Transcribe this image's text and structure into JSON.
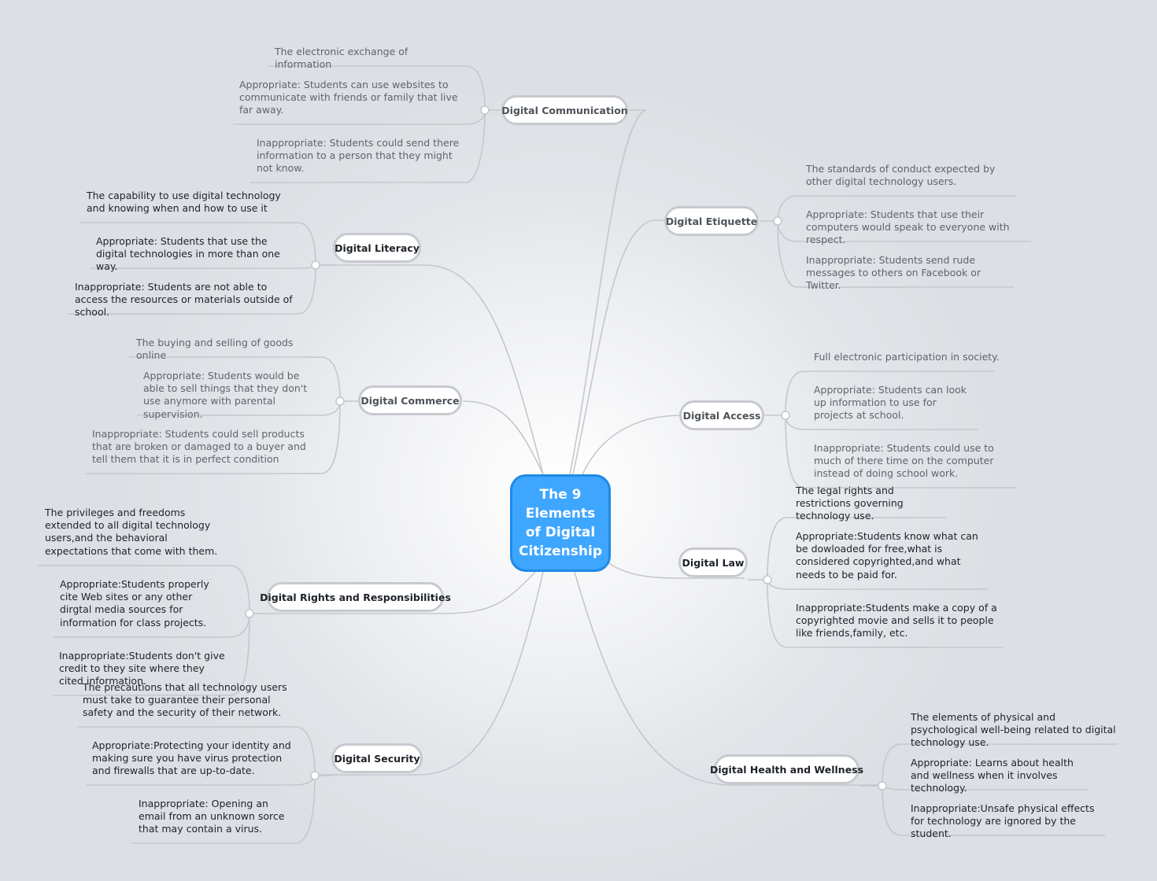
{
  "center": "The 9 Elements of Digital Citizenship",
  "branches": {
    "communication": {
      "title": "Digital Communication",
      "items": [
        "The electronic exchange of information",
        "Appropriate: Students can use websites to communicate with friends or family that live far away.",
        "Inappropriate: Students could send there information to a person that they might not know."
      ]
    },
    "etiquette": {
      "title": "Digital Etiquette",
      "items": [
        "The standards of conduct expected by other digital technology users.",
        "Appropriate: Students that use their computers would speak to everyone with respect.",
        "Inappropriate: Students send rude messages to others on Facebook or Twitter."
      ]
    },
    "literacy": {
      "title": "Digital Literacy",
      "items": [
        "The capability to use digital technology and knowing when and how to use it",
        "Appropriate: Students that use the digital technologies in more than one way.",
        "Inappropriate: Students are not able to access the resources or materials outside of school."
      ]
    },
    "commerce": {
      "title": "Digital Commerce",
      "items": [
        "The buying and selling of goods online",
        "Appropriate: Students would be able to sell things that they don't use anymore with parental supervision.",
        "Inappropriate: Students could sell products that are broken or damaged to a buyer and tell them that it is in perfect condition"
      ]
    },
    "access": {
      "title": "Digital Access",
      "items": [
        "Full electronic participation in society.",
        "Appropriate: Students can look up information to use for projects at school.",
        "Inappropriate: Students could use to much of there time on the computer instead of doing school work."
      ]
    },
    "law": {
      "title": "Digital Law",
      "items": [
        "The legal rights and restrictions governing technology use.",
        "Appropriate:Students know what can be dowloaded for free,what is considered copyrighted,and what needs to be paid for.",
        "Inappropriate:Students make a copy of a copyrighted movie and sells it to people like friends,family, etc."
      ]
    },
    "rights": {
      "title": "Digital Rights and Responsibilities",
      "items": [
        "The privileges and freedoms extended to all digital technology users,and the behavioral expectations that come with them.",
        "Appropriate:Students properly cite Web sites or any other dirgtal media sources for information for class projects.",
        "Inappropriate:Students don't give credit to they site where they cited information."
      ]
    },
    "security": {
      "title": "Digital Security",
      "items": [
        "The precautions that all technology users must take to guarantee their personal safety and the security of their network.",
        "Appropriate:Protecting your identity and making sure you have virus protection and firewalls that are up-to-date.",
        "Inappropriate: Opening an email from an unknown sorce that may contain a virus."
      ]
    },
    "health": {
      "title": "Digital Health and Wellness",
      "items": [
        "The elements of physical and psychological well-being related to digital technology use.",
        "Appropriate: Learns about health and wellness when it involves technology.",
        "Inappropriate:Unsafe physical effects for technology are ignored by the student."
      ]
    }
  }
}
